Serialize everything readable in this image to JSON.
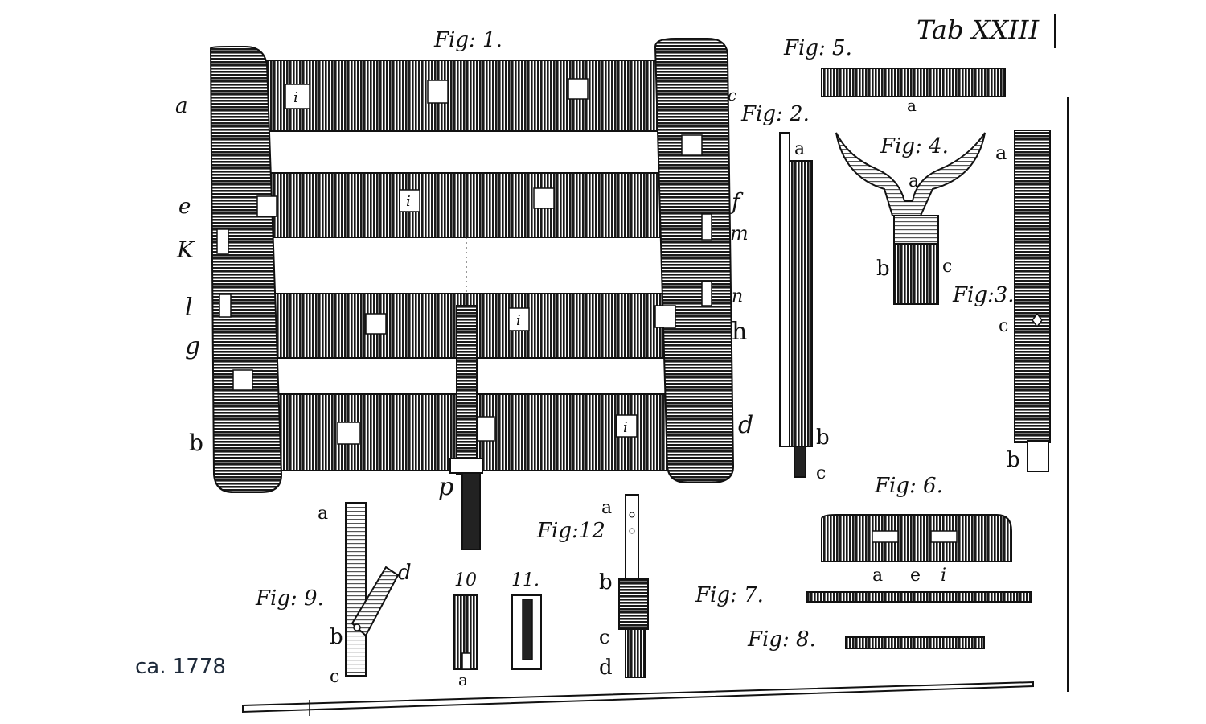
{
  "plate": {
    "title": "Tab XXIII",
    "caption": "ca. 1778"
  },
  "figures": {
    "fig1": {
      "title": "Fig: 1.",
      "letters": [
        "a",
        "e",
        "K",
        "l",
        "g",
        "b",
        "c",
        "f",
        "m",
        "n",
        "h",
        "d",
        "p",
        "i",
        "i",
        "i",
        "i"
      ]
    },
    "fig2": {
      "title": "Fig: 2.",
      "letters": [
        "a",
        "b",
        "c"
      ]
    },
    "fig3": {
      "title": "Fig:3.",
      "letters": [
        "a",
        "c",
        "b"
      ]
    },
    "fig4": {
      "title": "Fig: 4.",
      "letters": [
        "a",
        "b",
        "c"
      ]
    },
    "fig5": {
      "title": "Fig: 5.",
      "letters": [
        "a"
      ]
    },
    "fig6": {
      "title": "Fig: 6.",
      "letters": [
        "a",
        "e",
        "i"
      ]
    },
    "fig7": {
      "title": "Fig: 7."
    },
    "fig8": {
      "title": "Fig: 8."
    },
    "fig9": {
      "title": "Fig: 9.",
      "letters": [
        "a",
        "b",
        "c",
        "d"
      ]
    },
    "fig10": {
      "title": "10",
      "letters": [
        "a"
      ]
    },
    "fig11": {
      "title": "11."
    },
    "fig12": {
      "title": "Fig:12",
      "letters": [
        "a",
        "b",
        "c",
        "d"
      ]
    }
  },
  "colors": {
    "ink": "#111111",
    "paper": "#ffffff",
    "caption": "#1e2a3a"
  }
}
